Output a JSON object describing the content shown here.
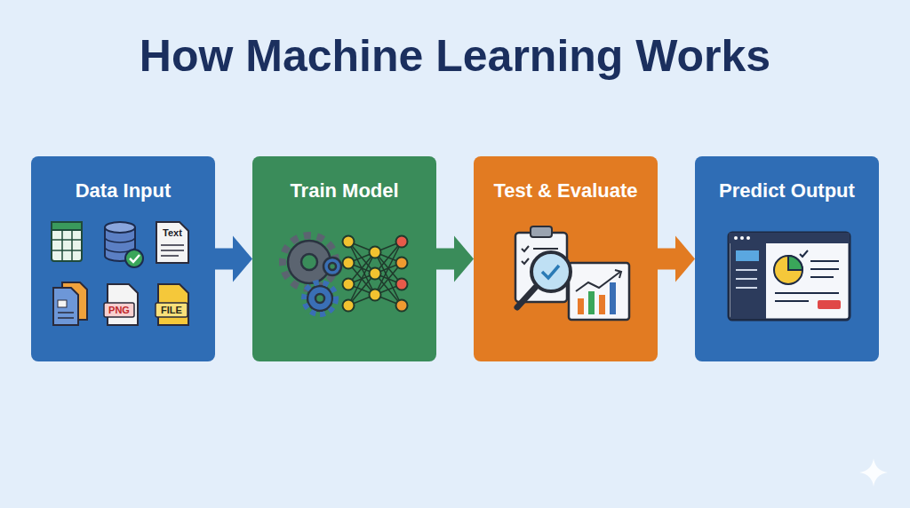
{
  "diagram": {
    "title": "How Machine Learning Works",
    "nodes": [
      {
        "text": [
          "Data Input"
        ]
      },
      {
        "text": [
          "Train Model"
        ]
      },
      {
        "text": [
          "Test & Evaluate"
        ]
      },
      {
        "text": [
          "Predict Output"
        ]
      }
    ],
    "edges": [
      {
        "from": 0,
        "to": 1,
        "arrow": "to"
      },
      {
        "from": 1,
        "to": 2,
        "arrow": "to"
      },
      {
        "from": 2,
        "to": 3,
        "arrow": "to"
      }
    ],
    "labels": [
      "Text",
      "PNG",
      "FILE"
    ]
  }
}
